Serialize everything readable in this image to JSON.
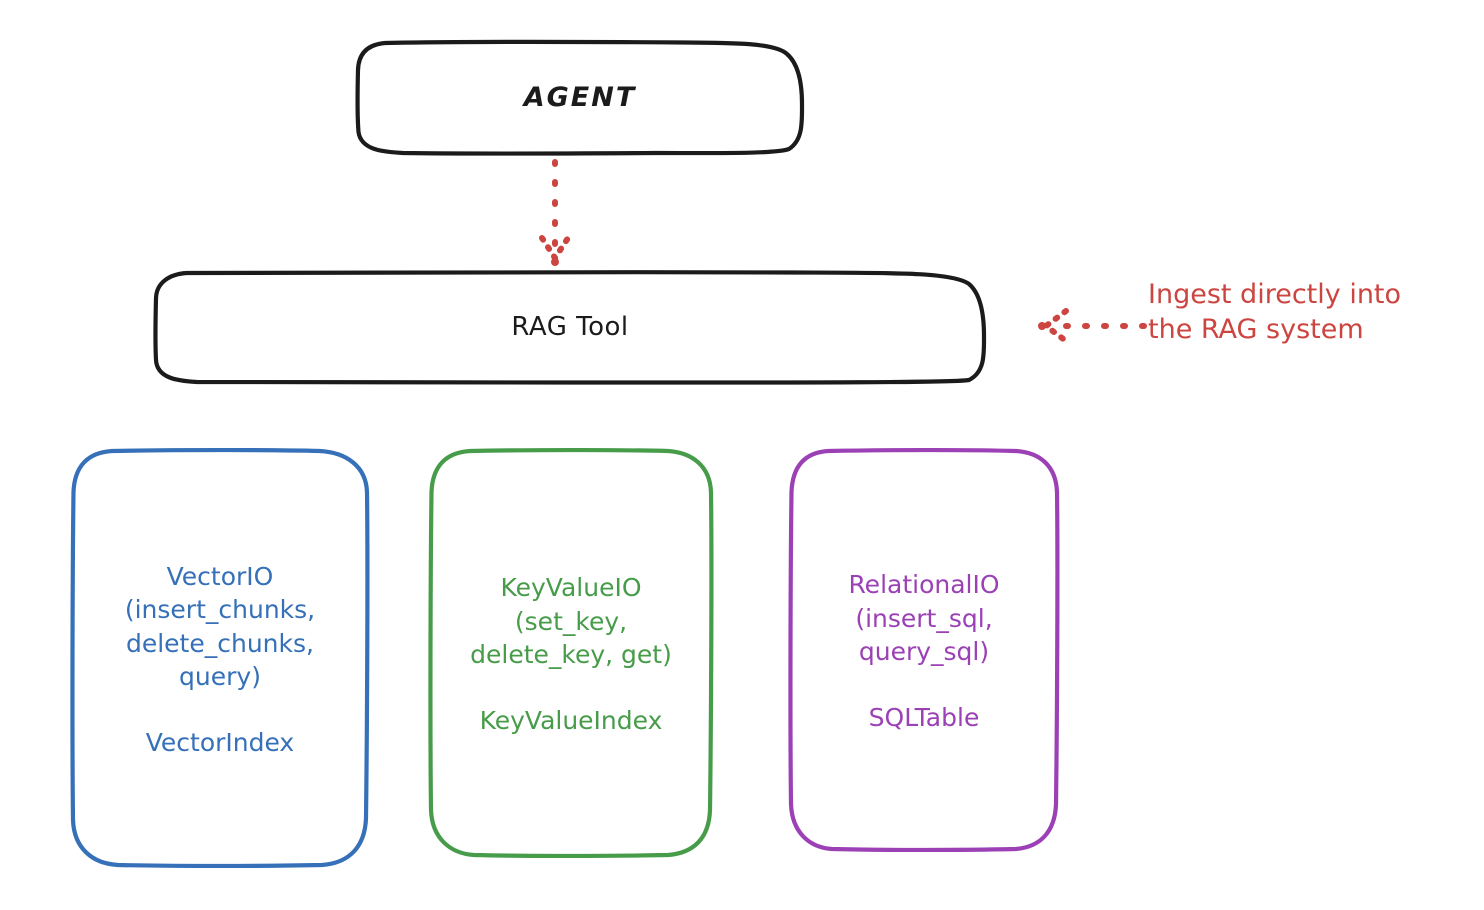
{
  "diagram": {
    "title_node": {
      "label": "AGENT",
      "color": "#1b1b1b"
    },
    "tool_node": {
      "label": "RAG Tool",
      "color": "#1b1b1b"
    },
    "providers": [
      {
        "id": "vectorio",
        "label": "VectorIO\n(insert_chunks,\ndelete_chunks,\nquery)",
        "sub": "VectorIndex",
        "color": "#3570b8"
      },
      {
        "id": "keyvalueio",
        "label": "KeyValueIO\n(set_key,\ndelete_key, get)",
        "sub": "KeyValueIndex",
        "color": "#479c4a"
      },
      {
        "id": "relationalio",
        "label": "RelationalIO\n(insert_sql,\nquery_sql)",
        "sub": "SQLTable",
        "color": "#9b40b5"
      }
    ],
    "annotation": {
      "text": "Ingest directly into\nthe RAG system",
      "color": "#cc4540"
    },
    "connectors": [
      {
        "id": "agent-to-rag-tool",
        "from": "AGENT",
        "to": "RAG Tool",
        "style": "dotted",
        "direction": "down",
        "color": "#cc4540"
      },
      {
        "id": "annotation-to-rag-tool",
        "from": "Ingest directly into the RAG system",
        "to": "RAG Tool",
        "style": "dotted",
        "direction": "left",
        "color": "#cc4540"
      }
    ]
  }
}
